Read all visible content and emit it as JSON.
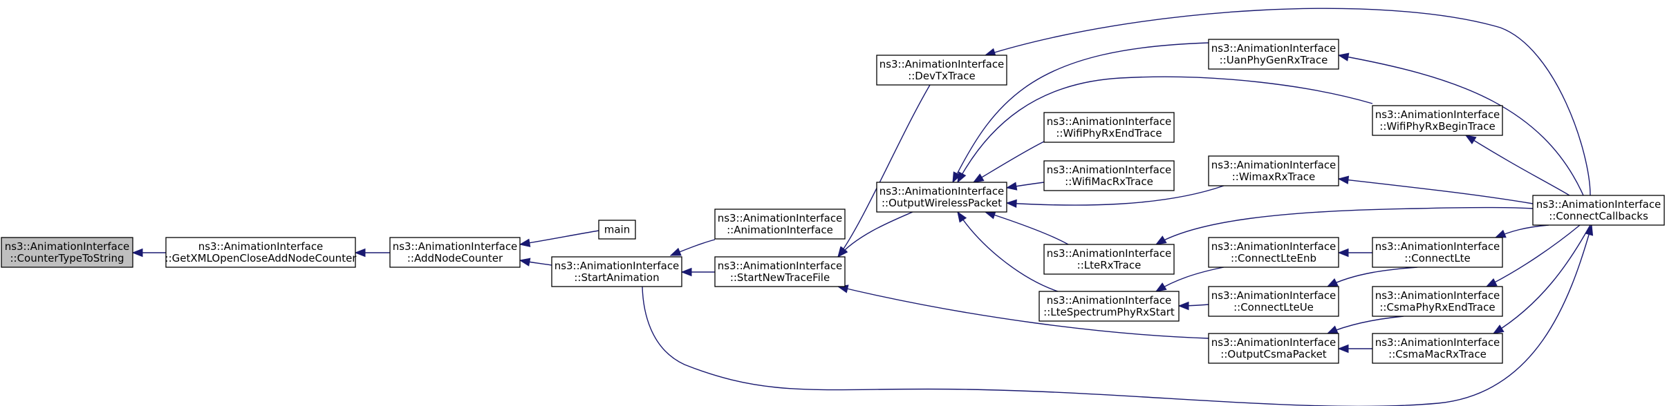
{
  "colors": {
    "node_fill": "#ffffff",
    "highlight_fill": "#bfbfbf",
    "border": "#000000",
    "edge": "#191970"
  },
  "nodes": [
    {
      "id": "counterTypeToString",
      "lines": [
        "ns3::AnimationInterface",
        "::CounterTypeToString"
      ],
      "highlight": true
    },
    {
      "id": "getXml",
      "lines": [
        "ns3::AnimationInterface",
        "::GetXMLOpenCloseAddNodeCounter"
      ]
    },
    {
      "id": "addNodeCounter",
      "lines": [
        "ns3::AnimationInterface",
        "::AddNodeCounter"
      ]
    },
    {
      "id": "main",
      "lines": [
        "main"
      ]
    },
    {
      "id": "startAnimation",
      "lines": [
        "ns3::AnimationInterface",
        "::StartAnimation"
      ]
    },
    {
      "id": "animInterface",
      "lines": [
        "ns3::AnimationInterface",
        "::AnimationInterface"
      ]
    },
    {
      "id": "startNewTraceFile",
      "lines": [
        "ns3::AnimationInterface",
        "::StartNewTraceFile"
      ]
    },
    {
      "id": "devTxTrace",
      "lines": [
        "ns3::AnimationInterface",
        "::DevTxTrace"
      ]
    },
    {
      "id": "outputWirelessPacket",
      "lines": [
        "ns3::AnimationInterface",
        "::OutputWirelessPacket"
      ]
    },
    {
      "id": "wifiPhyRxEndTrace",
      "lines": [
        "ns3::AnimationInterface",
        "::WifiPhyRxEndTrace"
      ]
    },
    {
      "id": "wifiMacRxTrace",
      "lines": [
        "ns3::AnimationInterface",
        "::WifiMacRxTrace"
      ]
    },
    {
      "id": "lteRxTrace",
      "lines": [
        "ns3::AnimationInterface",
        "::LteRxTrace"
      ]
    },
    {
      "id": "lteSpectrumPhyRxStart",
      "lines": [
        "ns3::AnimationInterface",
        "::LteSpectrumPhyRxStart"
      ]
    },
    {
      "id": "uanPhyGenRxTrace",
      "lines": [
        "ns3::AnimationInterface",
        "::UanPhyGenRxTrace"
      ]
    },
    {
      "id": "wimaxRxTrace",
      "lines": [
        "ns3::AnimationInterface",
        "::WimaxRxTrace"
      ]
    },
    {
      "id": "connectLteEnb",
      "lines": [
        "ns3::AnimationInterface",
        "::ConnectLteEnb"
      ]
    },
    {
      "id": "connectLteUe",
      "lines": [
        "ns3::AnimationInterface",
        "::ConnectLteUe"
      ]
    },
    {
      "id": "outputCsmaPacket",
      "lines": [
        "ns3::AnimationInterface",
        "::OutputCsmaPacket"
      ]
    },
    {
      "id": "wifiPhyRxBeginTrace",
      "lines": [
        "ns3::AnimationInterface",
        "::WifiPhyRxBeginTrace"
      ]
    },
    {
      "id": "connectLte",
      "lines": [
        "ns3::AnimationInterface",
        "::ConnectLte"
      ]
    },
    {
      "id": "csmaPhyRxEndTrace",
      "lines": [
        "ns3::AnimationInterface",
        "::CsmaPhyRxEndTrace"
      ]
    },
    {
      "id": "csmaMacRxTrace",
      "lines": [
        "ns3::AnimationInterface",
        "::CsmaMacRxTrace"
      ]
    },
    {
      "id": "connectCallbacks",
      "lines": [
        "ns3::AnimationInterface",
        "::ConnectCallbacks"
      ]
    }
  ],
  "edges": [
    {
      "from": "getXml",
      "to": "counterTypeToString"
    },
    {
      "from": "addNodeCounter",
      "to": "getXml"
    },
    {
      "from": "main",
      "to": "addNodeCounter"
    },
    {
      "from": "startAnimation",
      "to": "addNodeCounter"
    },
    {
      "from": "animInterface",
      "to": "startAnimation"
    },
    {
      "from": "startNewTraceFile",
      "to": "startAnimation"
    },
    {
      "from": "connectCallbacks",
      "to": "startAnimation"
    },
    {
      "from": "devTxTrace",
      "to": "startNewTraceFile"
    },
    {
      "from": "outputWirelessPacket",
      "to": "startNewTraceFile"
    },
    {
      "from": "outputCsmaPacket",
      "to": "startNewTraceFile"
    },
    {
      "from": "uanPhyGenRxTrace",
      "to": "outputWirelessPacket"
    },
    {
      "from": "wifiPhyRxBeginTrace",
      "to": "outputWirelessPacket"
    },
    {
      "from": "wifiPhyRxEndTrace",
      "to": "outputWirelessPacket"
    },
    {
      "from": "wifiMacRxTrace",
      "to": "outputWirelessPacket"
    },
    {
      "from": "wimaxRxTrace",
      "to": "outputWirelessPacket"
    },
    {
      "from": "lteRxTrace",
      "to": "outputWirelessPacket"
    },
    {
      "from": "lteSpectrumPhyRxStart",
      "to": "outputWirelessPacket"
    },
    {
      "from": "connectCallbacks",
      "to": "devTxTrace"
    },
    {
      "from": "connectCallbacks",
      "to": "uanPhyGenRxTrace"
    },
    {
      "from": "connectCallbacks",
      "to": "wifiPhyRxBeginTrace"
    },
    {
      "from": "connectCallbacks",
      "to": "wimaxRxTrace"
    },
    {
      "from": "connectCallbacks",
      "to": "lteRxTrace"
    },
    {
      "from": "connectLteEnb",
      "to": "lteSpectrumPhyRxStart"
    },
    {
      "from": "connectLteUe",
      "to": "lteSpectrumPhyRxStart"
    },
    {
      "from": "connectLte",
      "to": "connectLteEnb"
    },
    {
      "from": "connectLte",
      "to": "connectLteUe"
    },
    {
      "from": "csmaPhyRxEndTrace",
      "to": "outputCsmaPacket"
    },
    {
      "from": "csmaMacRxTrace",
      "to": "outputCsmaPacket"
    },
    {
      "from": "connectCallbacks",
      "to": "connectLte"
    },
    {
      "from": "connectCallbacks",
      "to": "csmaPhyRxEndTrace"
    },
    {
      "from": "connectCallbacks",
      "to": "csmaMacRxTrace"
    }
  ]
}
